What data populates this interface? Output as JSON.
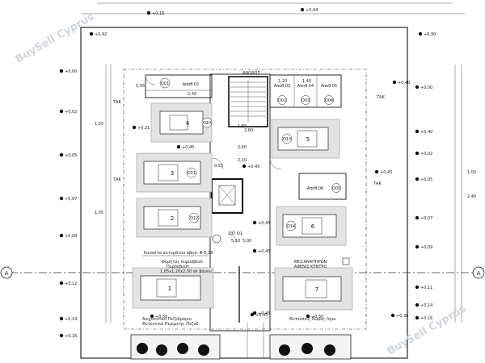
{
  "watermarks": [
    "BuySell Cyprus",
    "BuySell Cyprus"
  ],
  "axis_label": "A",
  "levels": {
    "left": [
      "+0,00",
      "+0,02",
      "+0,05",
      "+0,07",
      "+0,09",
      "+0,12",
      "+0,14",
      "+0,16"
    ],
    "right": [
      "+0,00",
      "+0,40",
      "+0,02",
      "+0,05",
      "+0,07",
      "+0,09",
      "+0,11",
      "+0,14",
      "+0,16"
    ],
    "top": [
      "+0,18",
      "+0,44",
      "+0,92",
      "+0,90"
    ],
    "inner": [
      "+0,21",
      "+0,45",
      "+0,45",
      "+0,45",
      "+0,45",
      "+0,45",
      "+0,40",
      "+0,45",
      "+0,35",
      "+0,30",
      "+0,55",
      "+0,50"
    ]
  },
  "rooms": {
    "storage_left": "Αποθ.02",
    "storage_mid_1": "Αποθ.03",
    "storage_mid_2": "Αποθ.04",
    "storage_mid_3": "Αποθ.05",
    "storage_right": "Αποθ.06",
    "pit": "ΠΙΤ.Ο1"
  },
  "parking": {
    "left": [
      "4",
      "3",
      "2",
      "1"
    ],
    "right": [
      "5",
      "6",
      "7"
    ],
    "left_codes": [
      "Ο10",
      "Ο11",
      "Ο12"
    ],
    "right_codes": [
      "Ο13",
      "Ο14"
    ]
  },
  "store_codes": [
    "Ο01",
    "Ο02",
    "Ο03",
    "Ο04",
    "Ο05"
  ],
  "notes": {
    "fire_cabinet": "Κασσέτα αυτομάτου σβησ. Φ-0,20",
    "extinguisher_1": "Φορητός πυροσβεστ.",
    "extinguisher_2": "Πυρόσβεστ",
    "extinguisher_3": "1,05x1,20x2,50 σε βάσεις",
    "disabled_1": "ΘΕΣ.ΑΝΑΠΗΡΩΝ",
    "disabled_2": "ΑΦΕΝΙΣ ΚΕΝΤΡΟ",
    "planter_left": "Ανιχνευτικό Πεζοδρόμιο",
    "planter_left_2": "Φυτευτικό Περιμετρ. Πεζοδ.",
    "planter_right": "Φυτεύσεις Χώρος Λίμν.",
    "tak": "ΤΑΚ",
    "rise": "ΑΝΟΔΟΣ"
  },
  "dims": [
    "2,40",
    "1,80",
    "2,10",
    "2,60",
    "1,20",
    "1,40",
    "5,10",
    "5,00",
    "2,80",
    "5,05",
    "1,55",
    "1,05",
    "1,00",
    "2,40",
    "0,55"
  ]
}
